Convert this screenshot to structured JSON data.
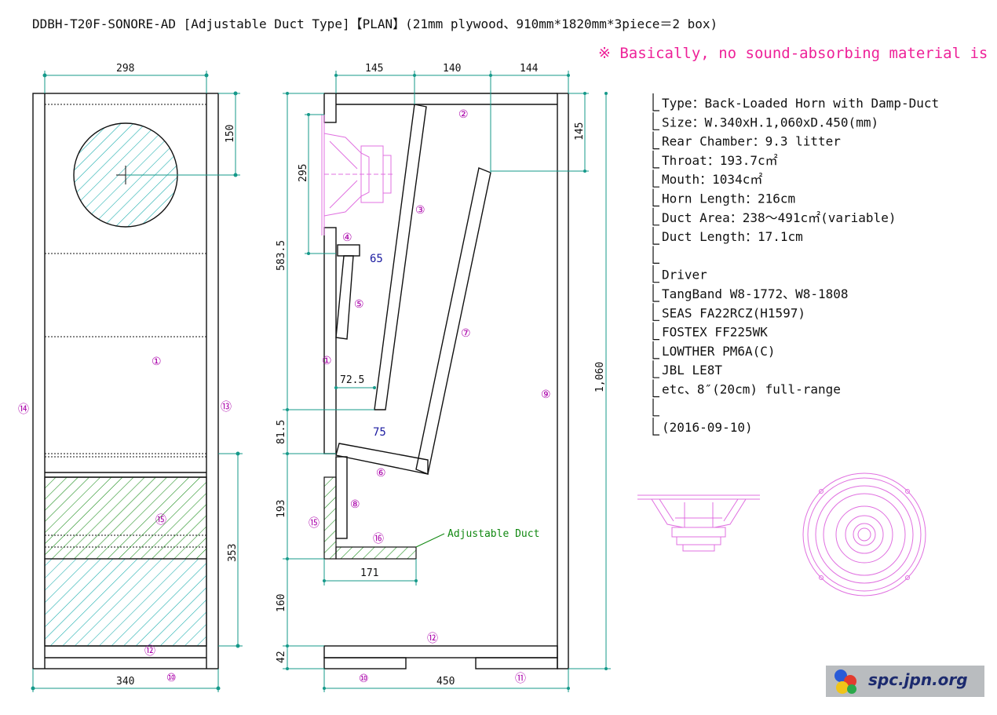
{
  "title": "DDBH-T20F-SONORE-AD [Adjustable Duct Type]【PLAN】(21mm plywood、910mm*1820mm*3piece＝2 box)",
  "note": "※ Basically, no sound-absorbing material is used.",
  "front_view": {
    "dims": {
      "top_width": "298",
      "bottom_width": "340",
      "driver_offset": "150",
      "chamber_height": "353"
    },
    "labels": {
      "p1": "①",
      "p10": "⑩",
      "p12": "⑫",
      "p13": "⑬",
      "p14": "⑭",
      "p15": "⑮"
    }
  },
  "side_view": {
    "dims": {
      "w145a": "145",
      "w140": "140",
      "w144": "144",
      "h295": "295",
      "h583": "583.5",
      "h81": "81.5",
      "h193": "193",
      "h160": "160",
      "h42": "42",
      "h145": "145",
      "h1060": "1,060",
      "d72": "72.5",
      "d171": "171",
      "d450": "450",
      "d65": "65",
      "d75": "75"
    },
    "labels": {
      "p1": "①",
      "p2": "②",
      "p3": "③",
      "p4": "④",
      "p5": "⑤",
      "p6": "⑥",
      "p7": "⑦",
      "p8": "⑧",
      "p9": "⑨",
      "p10": "⑩",
      "p11": "⑪",
      "p12": "⑫",
      "p15": "⑮",
      "p16": "⑯"
    },
    "duct_label": "Adjustable Duct"
  },
  "specs": [
    "Type：Back-Loaded Horn with Damp-Duct",
    "Size：W.340xH.1,060xD.450(mm)",
    "Rear Chamber：9.3 litter",
    "Throat：193.7c㎡",
    "Mouth：1034c㎡",
    "Horn Length：216cm",
    "Duct Area：238～491c㎡(variable)",
    "Duct Length：17.1cm",
    "",
    "Driver",
    "TangBand W8-1772、W8-1808",
    "SEAS FA22RCZ(H1597)",
    "FOSTEX FF225WK",
    "LOWTHER PM6A(C)",
    "JBL LE8T",
    "etc、8″(20cm) full-range",
    "",
    "(2016-09-10)"
  ],
  "logo": {
    "text": "spc.jpn.org"
  },
  "colors": {
    "ink": "#111111",
    "magenta": "#cc00cc",
    "pink_note": "#ee2299",
    "dim_teal": "#15998a",
    "hatch": "#11aaaa",
    "hatch_green": "#118811",
    "driver_pink": "#e070e0"
  }
}
